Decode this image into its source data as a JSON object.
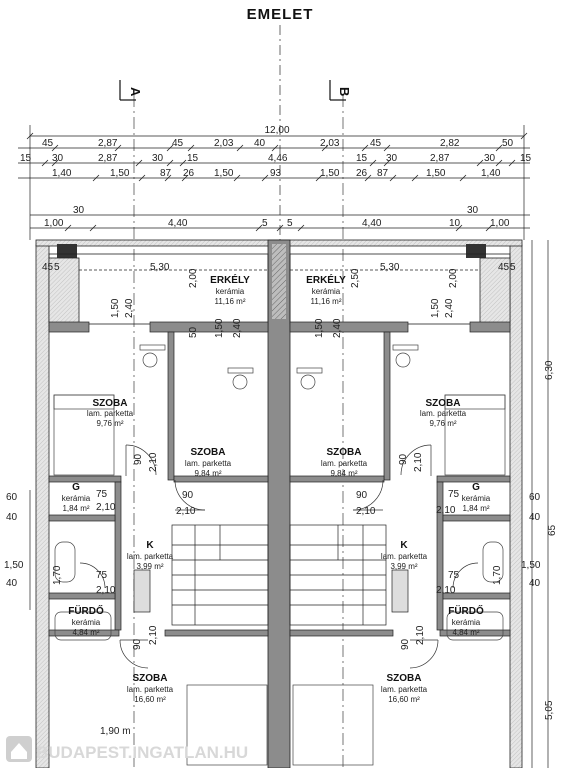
{
  "title": "EMELET",
  "section_labels": {
    "a": "A",
    "b": "B"
  },
  "watermark": "BUDAPEST.INGATLAN.HU",
  "dims_top": {
    "total": "12,00",
    "row1": [
      "45",
      "2,87",
      "45",
      "2,03",
      "40",
      "2,03",
      "45",
      "2,82",
      "50"
    ],
    "row2": [
      "15",
      "30",
      "2,87",
      "30",
      "15",
      "4,46",
      "15",
      "30",
      "2,87",
      "30",
      "15"
    ],
    "row3": [
      "1,40",
      "1,50",
      "87",
      "26",
      "1,50",
      "93",
      "1,50",
      "26",
      "87",
      "1,50",
      "1,40"
    ],
    "row4": [
      "30",
      "30"
    ],
    "row5": [
      "1,00",
      "4,40",
      "5",
      "5",
      "4,40",
      "10",
      "1,00"
    ]
  },
  "inner_dims": {
    "a": "45",
    "b": "5",
    "c": "5,30",
    "d": "5,30",
    "e": "45",
    "f": "5",
    "g": "2,00",
    "h": "2,50",
    "i": "2,00",
    "j": "1,50",
    "k": "2,40",
    "l": "1,50",
    "m": "2,40",
    "n": "50",
    "o": "1,50",
    "p": "2,40",
    "q": "1,50",
    "r": "2,40",
    "s": "90",
    "t": "2,10",
    "u": "90",
    "v": "2,10",
    "w": "90",
    "x": "2,10",
    "y": "90",
    "z": "2,10",
    "aa": "75",
    "ab": "2,10",
    "ac": "75",
    "ad": "2,10",
    "ae": "75",
    "af": "2,10",
    "ag": "75",
    "ah": "2,10",
    "ai": "90",
    "aj": "2,10",
    "ak": "90",
    "al": "2,10",
    "am": "1,70",
    "an": "1,70",
    "bottom": "1,90 m"
  },
  "side_dims": {
    "left": [
      "60",
      "40",
      "1,50",
      "40"
    ],
    "right": [
      "60",
      "40",
      "65",
      "1,50",
      "40",
      "6,30",
      "5,05"
    ]
  },
  "rooms": [
    {
      "name": "ERKÉLY",
      "finish": "kerámia",
      "area": "11,16 m²"
    },
    {
      "name": "ERKÉLY",
      "finish": "kerámia",
      "area": "11,16 m²"
    },
    {
      "name": "SZOBA",
      "finish": "lam. parketta",
      "area": "9,76 m²"
    },
    {
      "name": "SZOBA",
      "finish": "lam. parketta",
      "area": "9,84 m²"
    },
    {
      "name": "SZOBA",
      "finish": "lam. parketta",
      "area": "9,84 m²"
    },
    {
      "name": "SZOBA",
      "finish": "lam. parketta",
      "area": "9,76 m²"
    },
    {
      "name": "G",
      "finish": "kerámia",
      "area": "1,84 m²"
    },
    {
      "name": "G",
      "finish": "kerámia",
      "area": "1,84 m²"
    },
    {
      "name": "K",
      "finish": "lam. parketta",
      "area": "3,99 m²"
    },
    {
      "name": "K",
      "finish": "lam. parketta",
      "area": "3,99 m²"
    },
    {
      "name": "FÜRDŐ",
      "finish": "kerámia",
      "area": "4,84 m²"
    },
    {
      "name": "FÜRDŐ",
      "finish": "kerámia",
      "area": "4,84 m²"
    },
    {
      "name": "SZOBA",
      "finish": "lam. parketta",
      "area": "16,60 m²"
    },
    {
      "name": "SZOBA",
      "finish": "lam. parketta",
      "area": "16,60 m²"
    }
  ],
  "colors": {
    "wall": "#8c8c8c",
    "hatch": "#555555",
    "line": "#222222",
    "watermark": "#d6d6d6",
    "logo": "#c8c8c8"
  }
}
